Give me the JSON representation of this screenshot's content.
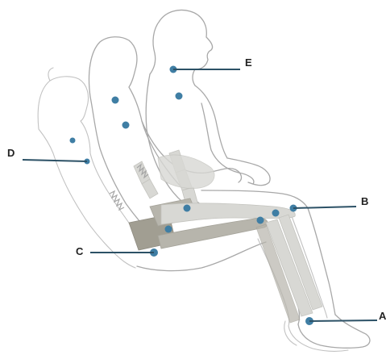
{
  "labels": {
    "a": "A",
    "b": "B",
    "c": "C",
    "d": "D",
    "e": "E"
  },
  "colors": {
    "marker": "#3f7ea4",
    "leader": "#2c5166",
    "outline": "#a8a8a8",
    "bone": "#d8d8d4",
    "pelvis": "#a19e92"
  }
}
